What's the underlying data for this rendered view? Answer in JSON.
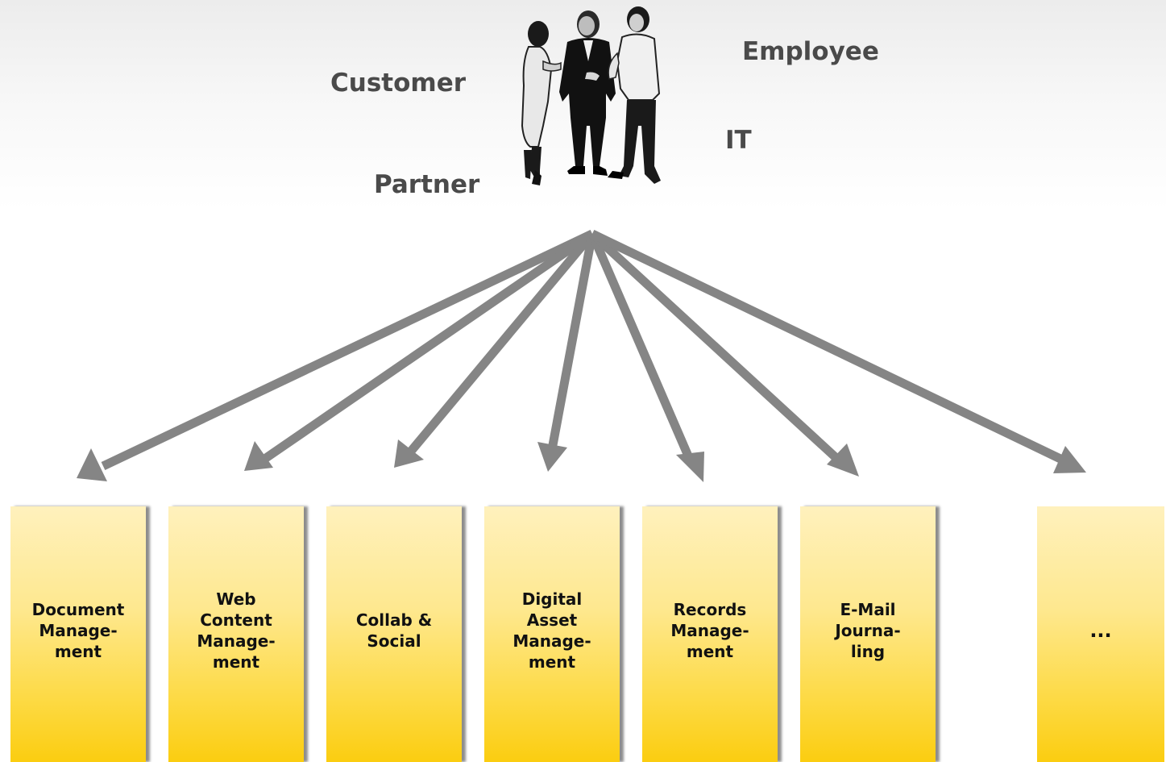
{
  "roles": {
    "customer": "Customer",
    "employee": "Employee",
    "partner": "Partner",
    "it": "IT"
  },
  "icons": {
    "people": "people-group-icon"
  },
  "colors": {
    "arrow": "#858585",
    "box_top": "#fff1bd",
    "box_bottom": "#fbcd10",
    "role_text": "#4a4a4a"
  },
  "boxes": [
    {
      "label": "Document\nManage-\nment"
    },
    {
      "label": "Web\nContent\nManage-\nment"
    },
    {
      "label": "Collab &\nSocial"
    },
    {
      "label": "Digital\nAsset\nManage-\nment"
    },
    {
      "label": "Records\nManage-\nment"
    },
    {
      "label": "E-Mail\nJourna-\nling"
    },
    {
      "label": "..."
    }
  ]
}
